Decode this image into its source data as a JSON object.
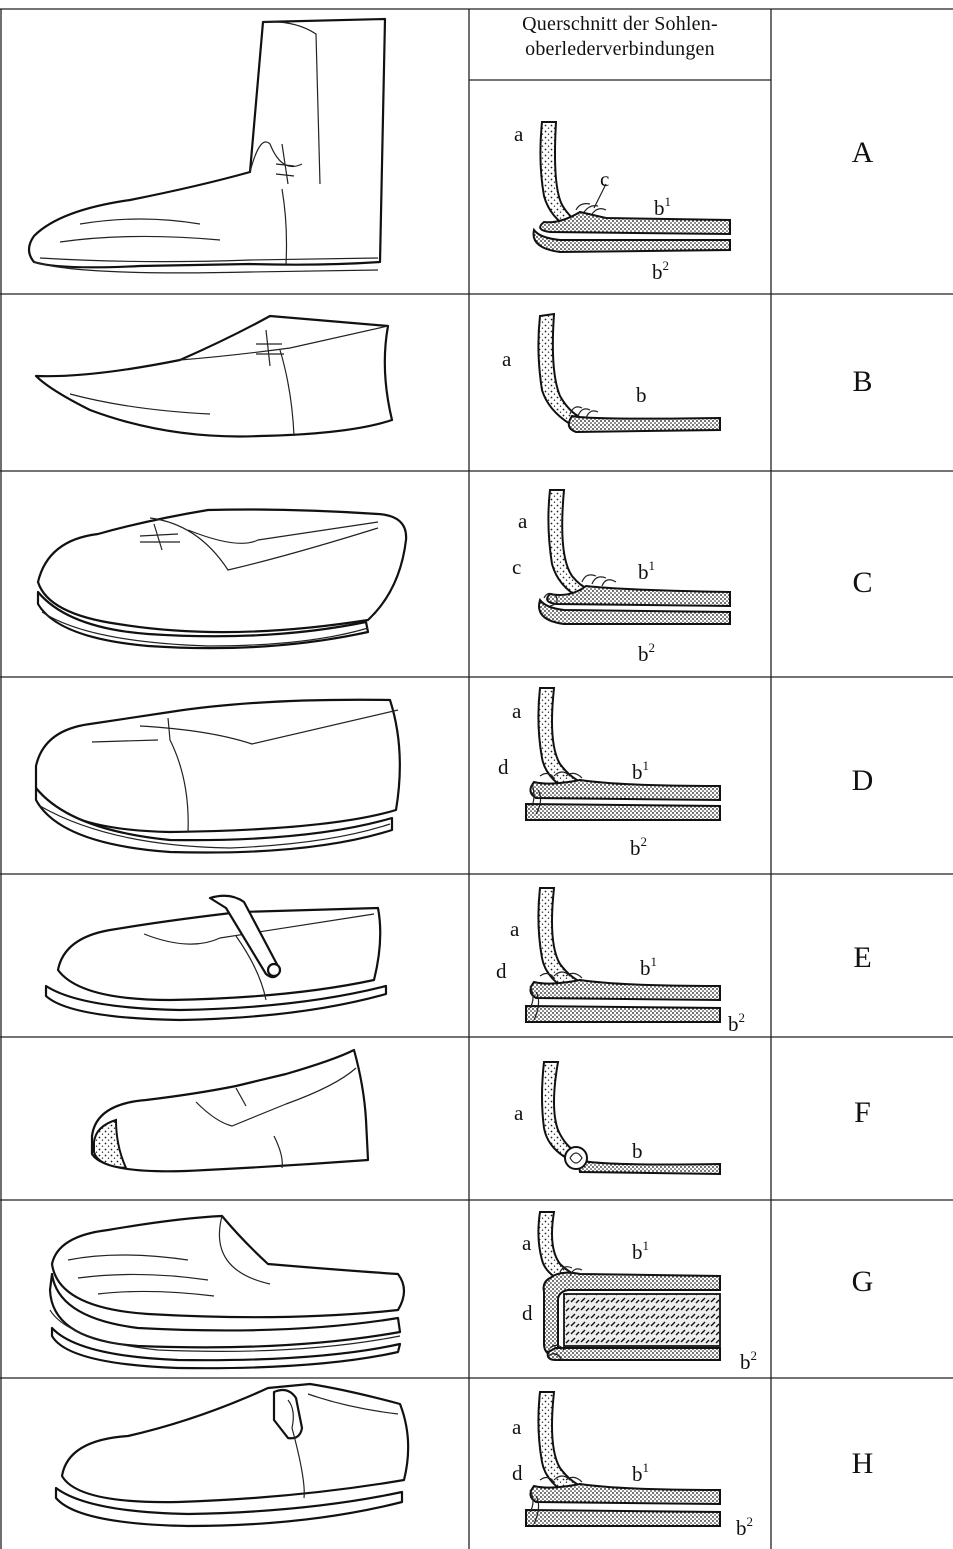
{
  "header": {
    "line1": "Querschnitt der Sohlen-",
    "line2": "oberlederverbindungen"
  },
  "rows": [
    {
      "letter": "A",
      "labels": {
        "a": "a",
        "c": "c",
        "b1": "b",
        "b1_sup": "1",
        "b2": "b",
        "b2_sup": "2"
      }
    },
    {
      "letter": "B",
      "labels": {
        "a": "a",
        "b": "b"
      }
    },
    {
      "letter": "C",
      "labels": {
        "a": "a",
        "c": "c",
        "b1": "b",
        "b1_sup": "1",
        "b2": "b",
        "b2_sup": "2"
      }
    },
    {
      "letter": "D",
      "labels": {
        "a": "a",
        "d": "d",
        "b1": "b",
        "b1_sup": "1",
        "b2": "b",
        "b2_sup": "2"
      }
    },
    {
      "letter": "E",
      "labels": {
        "a": "a",
        "d": "d",
        "b1": "b",
        "b1_sup": "1",
        "b2": "b",
        "b2_sup": "2"
      }
    },
    {
      "letter": "F",
      "labels": {
        "a": "a",
        "b": "b"
      }
    },
    {
      "letter": "G",
      "labels": {
        "a": "a",
        "d": "d",
        "b1": "b",
        "b1_sup": "1",
        "b2": "b",
        "b2_sup": "2"
      }
    },
    {
      "letter": "H",
      "labels": {
        "a": "a",
        "d": "d",
        "b1": "b",
        "b1_sup": "1",
        "b2": "b",
        "b2_sup": "2"
      }
    }
  ]
}
